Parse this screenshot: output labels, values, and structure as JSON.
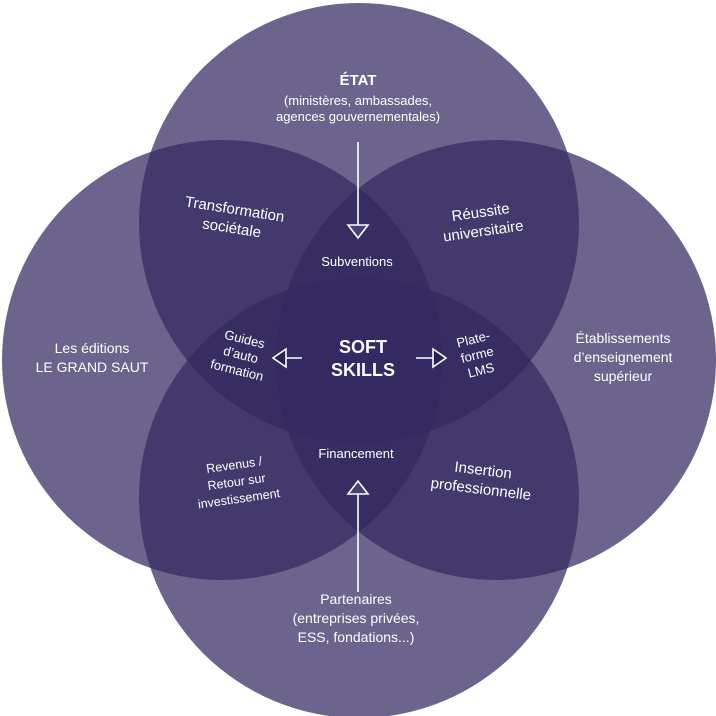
{
  "colors": {
    "circle_fill": "#332860",
    "background": "#ffffff",
    "text": "#ffffff"
  },
  "center": {
    "line1": "SOFT",
    "line2": "SKILLS"
  },
  "top": {
    "title": "ÉTAT",
    "line1": "(ministères, ambassades,",
    "line2": "agences gouvernementales)"
  },
  "bottom": {
    "line1": "Partenaires",
    "line2": "(entreprises privées,",
    "line3": "ESS, fondations...)"
  },
  "left": {
    "line1": "Les éditions",
    "line2": "LE GRAND SAUT"
  },
  "right": {
    "line1": "Établissements",
    "line2": "d’enseignement",
    "line3": "supérieur"
  },
  "overlaps": {
    "top_left": {
      "line1": "Transformation",
      "line2": "sociétale"
    },
    "top_right": {
      "line1": "Réussite",
      "line2": "universitaire"
    },
    "bottom_left": {
      "line1": "Revenus /",
      "line2": "Retour sur",
      "line3": "investissement"
    },
    "bottom_right": {
      "line1": "Insertion",
      "line2": "professionnelle"
    }
  },
  "triples": {
    "top": "Subventions",
    "bottom": "Financement",
    "left": {
      "line1": "Guides",
      "line2": "d’auto",
      "line3": "formation"
    },
    "right": {
      "line1": "Plate-",
      "line2": "forme",
      "line3": "LMS"
    }
  },
  "icons": [
    "arrow-down-icon",
    "arrow-up-icon",
    "arrow-left-icon",
    "arrow-right-icon"
  ]
}
